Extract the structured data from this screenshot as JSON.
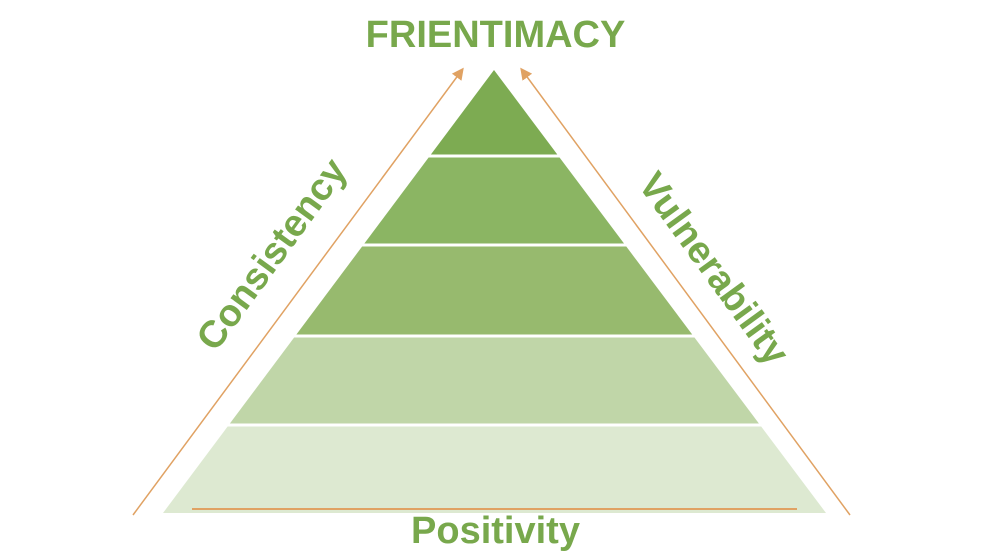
{
  "title": "FRIENTIMACY",
  "left_label": "Consistency",
  "right_label": "Vulnerability",
  "bottom_label": "Positivity",
  "colors": {
    "text": "#78a84c",
    "arrow": "#e0a263",
    "tiers": [
      "#7dab52",
      "#8bb563",
      "#97ba6e",
      "#c0d6a8",
      "#dde9d1"
    ]
  }
}
